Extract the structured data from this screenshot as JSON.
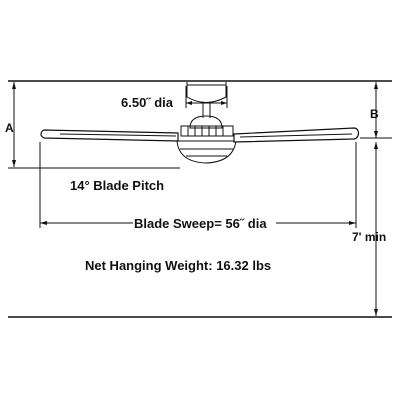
{
  "labels": {
    "canopy_dia": "6.50˝ dia",
    "dim_a": "A",
    "dim_b": "B",
    "blade_pitch": "14° Blade Pitch",
    "blade_sweep": "Blade Sweep= 56˝ dia",
    "min_height": "7' min",
    "hanging_weight": "Net Hanging Weight: 16.32 lbs"
  },
  "colors": {
    "line": "#111111",
    "background": "#ffffff"
  }
}
